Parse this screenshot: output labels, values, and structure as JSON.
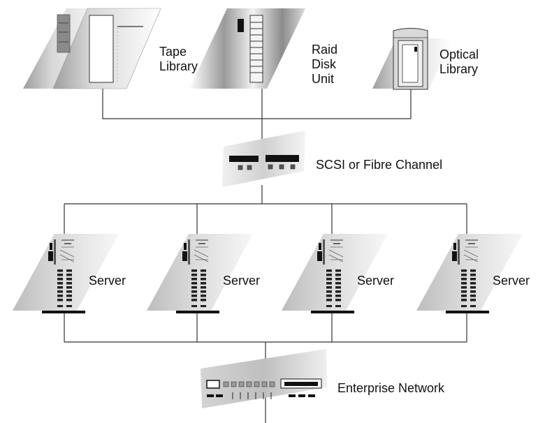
{
  "labels": {
    "tape_library_line1": "Tape",
    "tape_library_line2": "Library",
    "raid_line1": "Raid",
    "raid_line2": "Disk",
    "raid_line3": "Unit",
    "optical_line1": "Optical",
    "optical_line2": "Library",
    "scsi": "SCSI or Fibre Channel",
    "servers": [
      "Server",
      "Server",
      "Server",
      "Server"
    ],
    "network": "Enterprise Network"
  },
  "colors": {
    "line": "#333333",
    "device_light": "#e6e6e6",
    "device_mid": "#bdbdbd",
    "device_dark": "#7a7a7a",
    "black": "#111111"
  }
}
